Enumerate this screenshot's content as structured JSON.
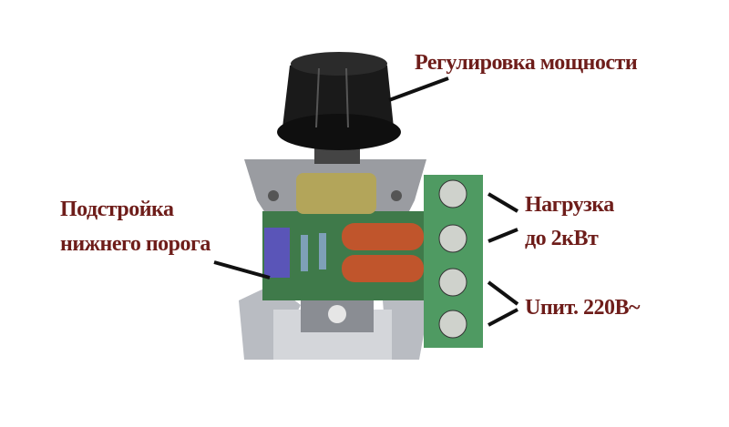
{
  "labels": {
    "power_control": "Регулировка мощности",
    "trim_line1": "Подстройка",
    "trim_line2": "нижнего порога",
    "load_line1": "Нагрузка",
    "load_line2": "до 2кВт",
    "supply": "Uпит. 220В~"
  },
  "colors": {
    "label": "#6e1d1a",
    "pcb": "#3f7a4a",
    "terminal": "#4f9a62",
    "capacitor": "#c0552c"
  }
}
